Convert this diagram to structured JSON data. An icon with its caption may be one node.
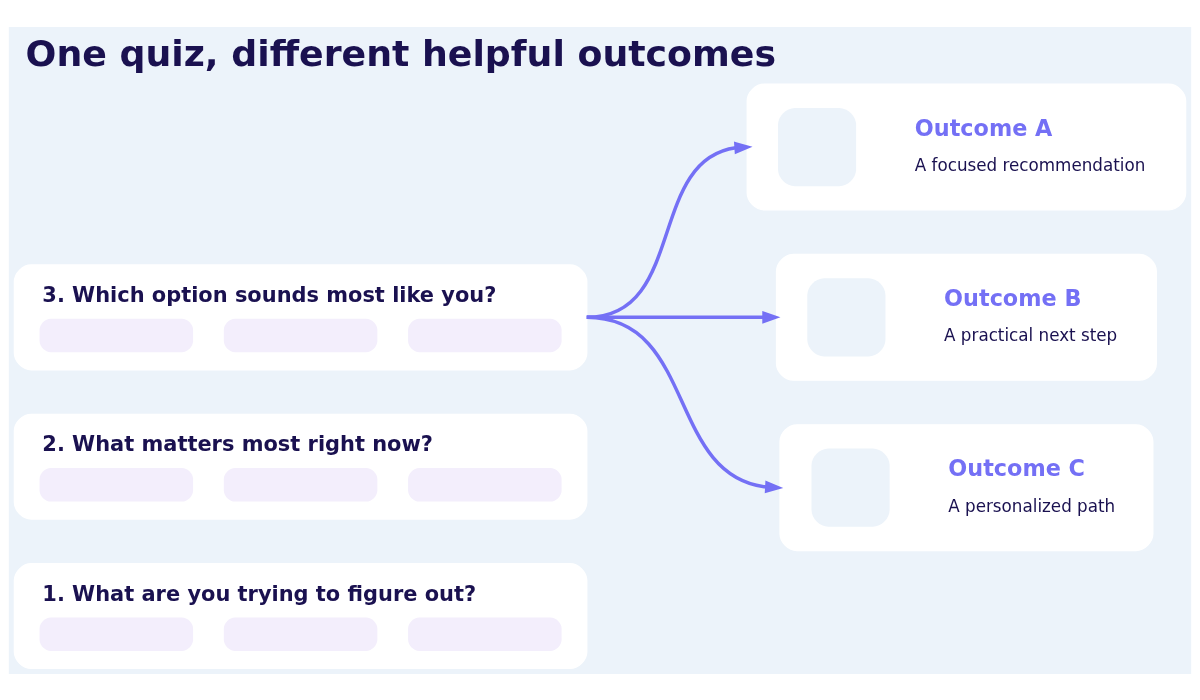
{
  "diagram": {
    "title": "One quiz, different helpful outcomes",
    "nodes": [
      {
        "text": [
          "1. What are you trying to figure out?"
        ]
      },
      {
        "text": [
          "2. What matters most right now?"
        ]
      },
      {
        "text": [
          "3. Which option sounds most like you?"
        ]
      },
      {
        "text": [
          "Outcome A",
          "A focused recommendation"
        ]
      },
      {
        "text": [
          "Outcome B",
          "A practical next step"
        ]
      },
      {
        "text": [
          "Outcome C",
          "A personalized path"
        ]
      }
    ],
    "edges": [
      {
        "from": 2,
        "to": 3,
        "arrow": "to"
      },
      {
        "from": 2,
        "to": 4,
        "arrow": "to"
      },
      {
        "from": 2,
        "to": 5,
        "arrow": "to"
      }
    ]
  }
}
